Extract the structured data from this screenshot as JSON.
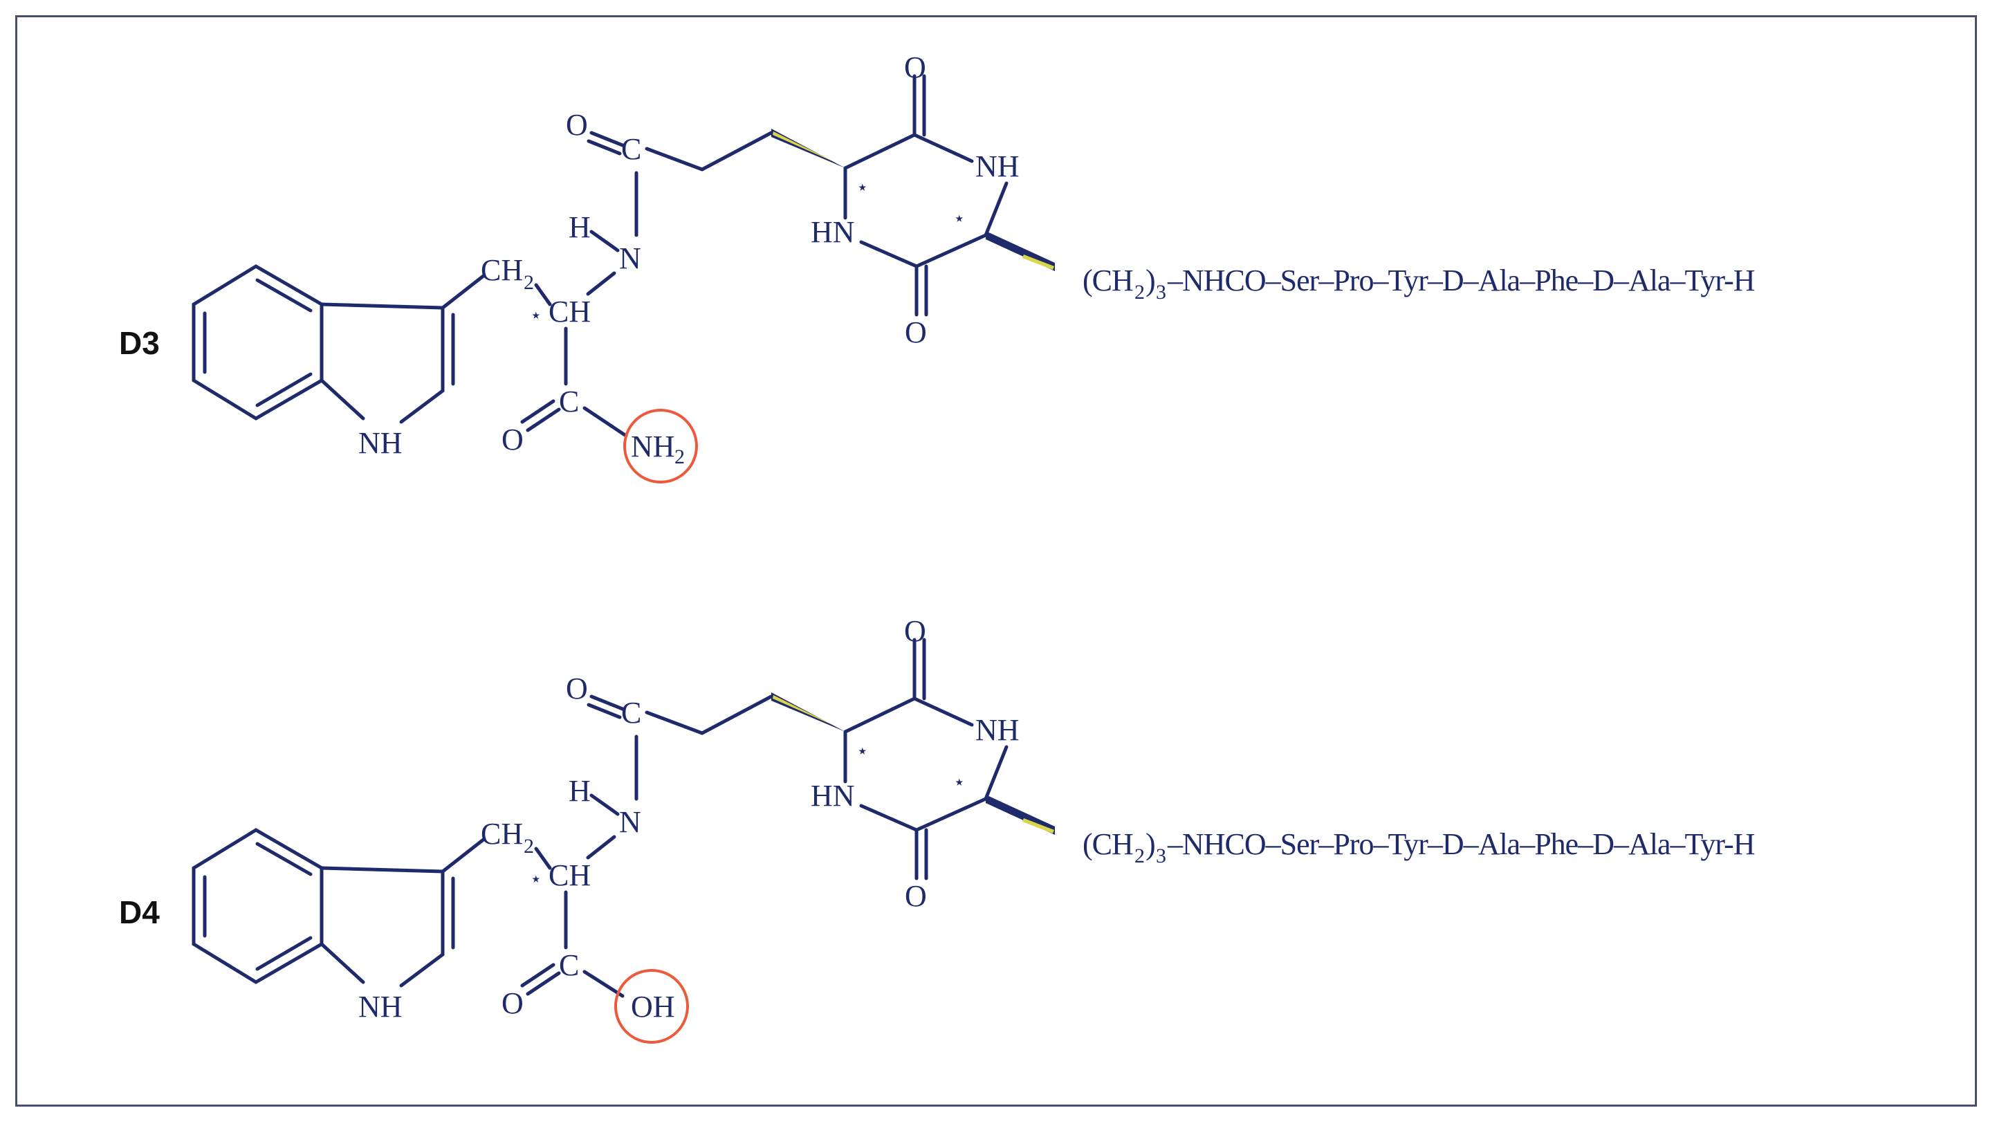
{
  "diagram": {
    "compounds": [
      {
        "label": "D3",
        "chain_text": "–NHCO–Ser–Pro–Tyr–D–Ala–Phe–D–Ala–Tyr-H",
        "terminal_group": "NH",
        "terminal_sub": "2",
        "highlight_color": "#ec5a3c"
      },
      {
        "label": "D4",
        "chain_text": "–NHCO–Ser–Pro–Tyr–D–Ala–Phe–D–Ala–Tyr-H",
        "terminal_group": "OH",
        "terminal_sub": "",
        "highlight_color": "#ec5a3c"
      }
    ],
    "atoms": {
      "carbon": "C",
      "oxygen": "O",
      "nitrogen": "N",
      "hydrogen": "H",
      "nh": "NH",
      "ch": "CH",
      "ch2": "CH",
      "ch2_sub": "2",
      "hn": "HN",
      "star": "⋆",
      "chain_prefix": "(CH",
      "chain_prefix_sub": "2",
      "chain_prefix_close": ")",
      "chain_prefix_sub2": "3"
    },
    "colors": {
      "structure": "#1f2a6b",
      "highlight": "#ec5a3c",
      "wedge_accent": "#d9d64a",
      "frame": "#4a4e6e"
    }
  }
}
